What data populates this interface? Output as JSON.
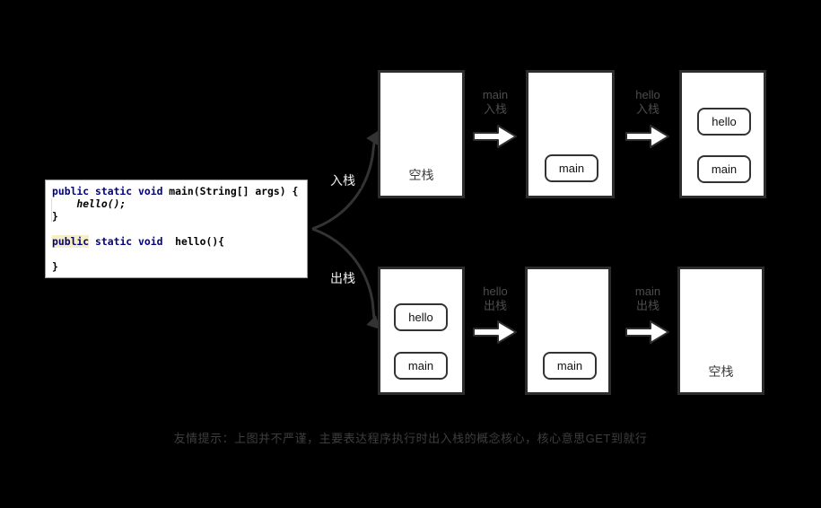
{
  "code": {
    "l1_keywords": "public static void",
    "l1_rest": " main(String[] args) {",
    "l2_call": "    hello();",
    "l3_brace": "}",
    "l5_public": "public",
    "l5_keywords": " static void",
    "l5_rest": "  hello(){",
    "l7_brace": "}"
  },
  "branch": {
    "push_label": "入栈",
    "pop_label": "出栈"
  },
  "top_row": {
    "stage1": {
      "label": "空栈",
      "frames": []
    },
    "arrow1": {
      "line1": "main",
      "line2": "入栈"
    },
    "stage2": {
      "frames": [
        "main"
      ]
    },
    "arrow2": {
      "line1": "hello",
      "line2": "入栈"
    },
    "stage3": {
      "frames": [
        "hello",
        "main"
      ]
    }
  },
  "bottom_row": {
    "stage1": {
      "frames": [
        "hello",
        "main"
      ]
    },
    "arrow1": {
      "line1": "hello",
      "line2": "出栈"
    },
    "stage2": {
      "frames": [
        "main"
      ]
    },
    "arrow2": {
      "line1": "main",
      "line2": "出栈"
    },
    "stage3": {
      "label": "空栈",
      "frames": []
    }
  },
  "footer": {
    "note": "友情提示：上图并不严谨，主要表达程序执行时出入栈的概念核心，核心意思GET到就行"
  },
  "colors": {
    "background": "#000000",
    "box_border": "#2d2d2d",
    "curve": "#333333",
    "keyword": "#000080",
    "keyword_highlight_bg": "#f6eec5",
    "arrow_fill": "#ffffff",
    "label_gray": "#4d4d4d",
    "caption_gray": "#3e3e3e",
    "branch_label_white": "#efefef"
  }
}
